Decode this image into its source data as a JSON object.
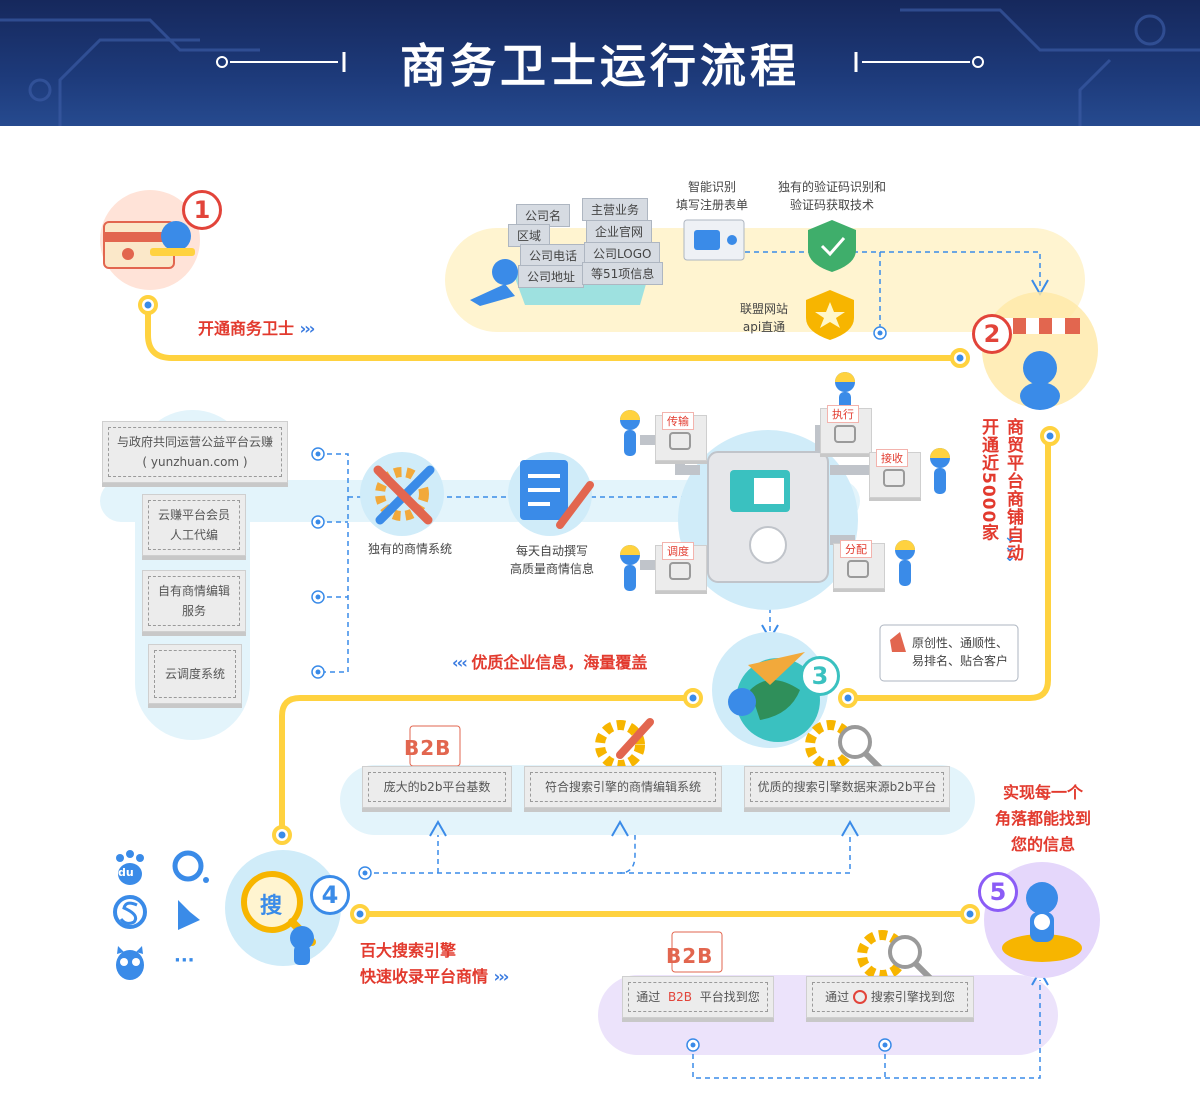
{
  "header": {
    "title": "商务卫士运行流程"
  },
  "steps": {
    "s1": "1",
    "s2": "2",
    "s3": "3",
    "s4": "4",
    "s5": "5"
  },
  "step1": {
    "label": "开通商务卫士"
  },
  "step2": {
    "form_fields": [
      "公司名",
      "主营业务",
      "区域",
      "企业官网",
      "公司电话",
      "公司LOGO",
      "公司地址",
      "等51项信息"
    ],
    "smart_label_1": "智能识别",
    "smart_label_2": "填写注册表单",
    "captcha_label_1": "独有的验证码识别和",
    "captcha_label_2": "验证码获取技术",
    "api_label_1": "联盟网站",
    "api_label_2": "api直通",
    "vertical_text": "商贸平台商铺自动开通近5000家"
  },
  "step3": {
    "left_boxes": [
      {
        "line1": "与政府共同运营公益平台云赚",
        "line2": "( yunzhuan.com )"
      },
      {
        "line1": "云赚平台会员",
        "line2": "人工代编"
      },
      {
        "line1": "自有商情编辑",
        "line2": "服务"
      },
      {
        "line1": "云调度系统",
        "line2": ""
      }
    ],
    "system_label": "独有的商情系统",
    "auto_label_1": "每天自动撰写",
    "auto_label_2": "高质量商情信息",
    "machine_labels": {
      "transfer": "传输",
      "execute": "执行",
      "receive": "接收",
      "dispatch": "调度",
      "distribute": "分配"
    },
    "quality_label": "优质企业信息，海量覆盖",
    "features_line1": "原创性、通顺性、",
    "features_line2": "易排名、贴合客户"
  },
  "step4": {
    "b2b_word": "B2B",
    "platform_boxes": [
      "庞大的b2b平台基数",
      "符合搜索引擎的商情编辑系统",
      "优质的搜索引擎数据来源b2b平台"
    ],
    "search_char": "搜",
    "label_1": "百大搜索引擎",
    "label_2": "快速收录平台商情",
    "more": "···",
    "du": "du"
  },
  "step5": {
    "label_1": "实现每一个",
    "label_2": "角落都能找到",
    "label_3": "您的信息",
    "via_b2b_prefix": "通过",
    "via_b2b_word": "B2B",
    "via_b2b_suffix": "平台找到您",
    "via_search_prefix": "通过",
    "via_search_suffix": "搜索引擎找到您"
  },
  "colors": {
    "yellow": "#ffd23f",
    "blue": "#3a8be8",
    "red": "#e23a2e",
    "navy": "#1b2f6b",
    "lightblue": "#e3f4fb",
    "lavender": "#ece3fb"
  }
}
